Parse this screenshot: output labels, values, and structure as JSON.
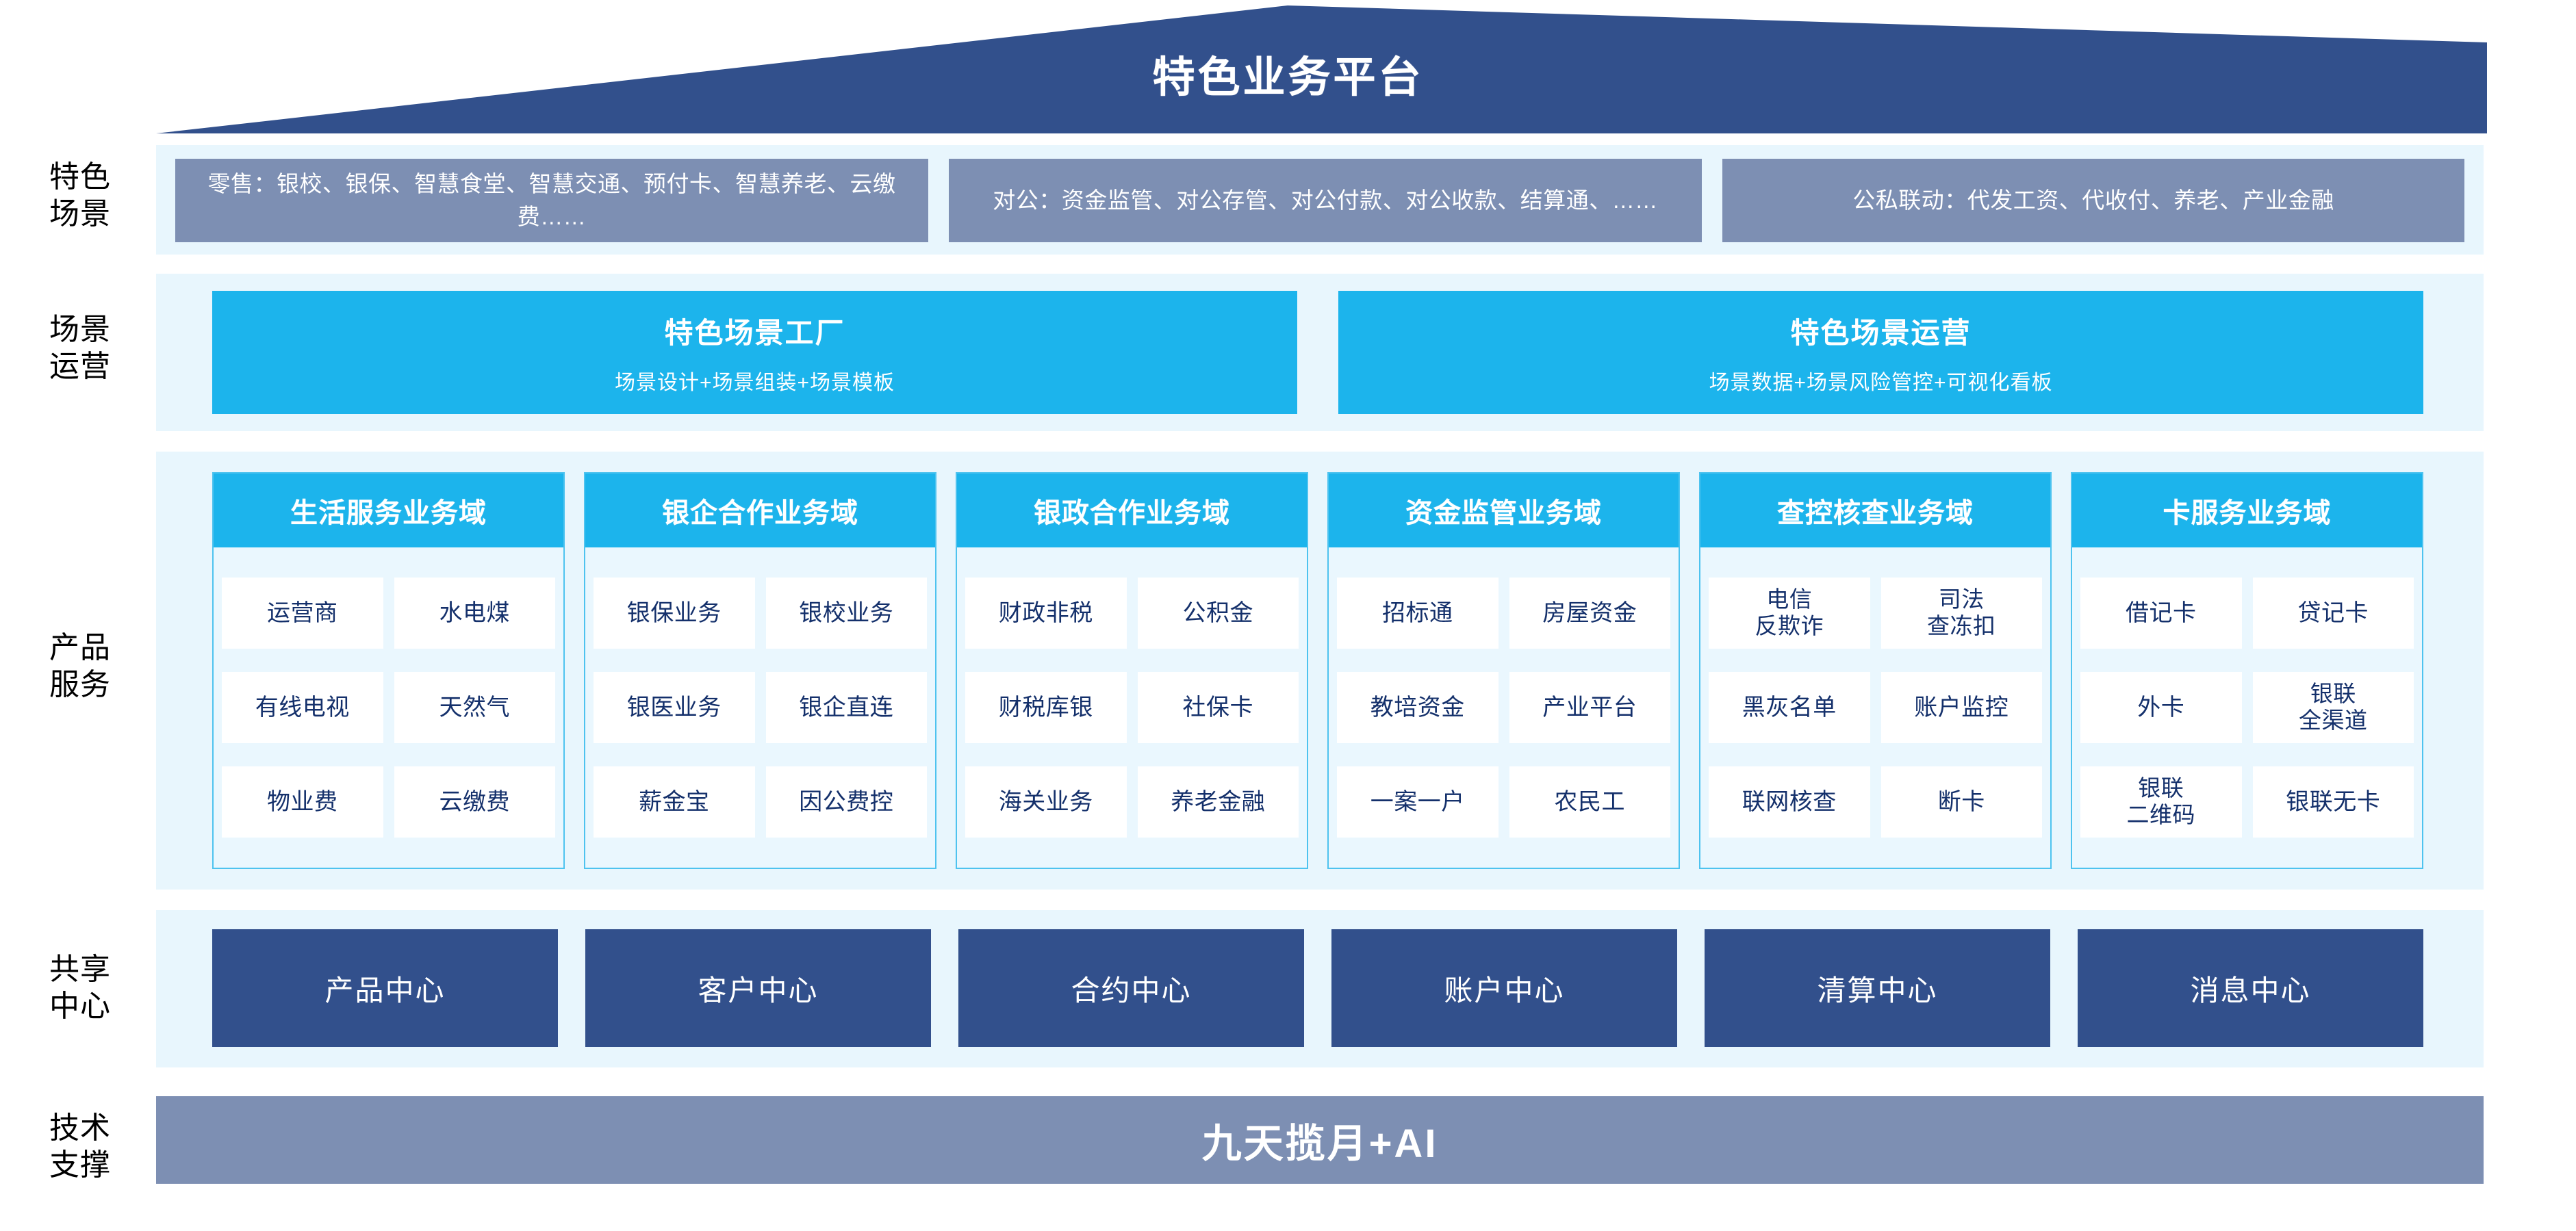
{
  "header": {
    "title": "特色业务平台"
  },
  "colors": {
    "roof_navy": "#32508c",
    "band_bg": "#e8f6fd",
    "scene_gray_blue": "#7d8fb3",
    "accent_cyan": "#1cb4ec",
    "deep_navy": "#32508c",
    "cell_text": "#14306b"
  },
  "rows": {
    "scenarios": {
      "label": "特色\n场景",
      "label_line1": "特色",
      "label_line2": "场景",
      "boxes": [
        {
          "text": "零售：银校、银保、智慧食堂、智慧交通、预付卡、智慧养老、云缴费……"
        },
        {
          "text": "对公：资金监管、对公存管、对公付款、对公收款、结算通、……"
        },
        {
          "text": "公私联动：代发工资、代收付、养老、产业金融"
        }
      ]
    },
    "operations": {
      "label_line1": "场景",
      "label_line2": "运营",
      "boxes": [
        {
          "title": "特色场景工厂",
          "subtitle": "场景设计+场景组装+场景模板"
        },
        {
          "title": "特色场景运营",
          "subtitle": "场景数据+场景风险管控+可视化看板"
        }
      ]
    },
    "products": {
      "label_line1": "产品",
      "label_line2": "服务",
      "domains": [
        {
          "title": "生活服务业务域",
          "items": [
            [
              "运营商",
              "水电煤"
            ],
            [
              "有线电视",
              "天然气"
            ],
            [
              "物业费",
              "云缴费"
            ]
          ]
        },
        {
          "title": "银企合作业务域",
          "items": [
            [
              "银保业务",
              "银校业务"
            ],
            [
              "银医业务",
              "银企直连"
            ],
            [
              "薪金宝",
              "因公费控"
            ]
          ]
        },
        {
          "title": "银政合作业务域",
          "items": [
            [
              "财政非税",
              "公积金"
            ],
            [
              "财税库银",
              "社保卡"
            ],
            [
              "海关业务",
              "养老金融"
            ]
          ]
        },
        {
          "title": "资金监管业务域",
          "items": [
            [
              "招标通",
              "房屋资金"
            ],
            [
              "教培资金",
              "产业平台"
            ],
            [
              "一案一户",
              "农民工"
            ]
          ]
        },
        {
          "title": "查控核查业务域",
          "items": [
            [
              "电信\n反欺诈",
              "司法\n查冻扣"
            ],
            [
              "黑灰名单",
              "账户监控"
            ],
            [
              "联网核查",
              "断卡"
            ]
          ]
        },
        {
          "title": "卡服务业务域",
          "items": [
            [
              "借记卡",
              "贷记卡"
            ],
            [
              "外卡",
              "银联\n全渠道"
            ],
            [
              "银联\n二维码",
              "银联无卡"
            ]
          ]
        }
      ]
    },
    "shared_centers": {
      "label_line1": "共享",
      "label_line2": "中心",
      "boxes": [
        "产品中心",
        "客户中心",
        "合约中心",
        "账户中心",
        "清算中心",
        "消息中心"
      ]
    },
    "tech_support": {
      "label_line1": "技术",
      "label_line2": "支撑",
      "banner": "九天揽月+AI"
    }
  }
}
